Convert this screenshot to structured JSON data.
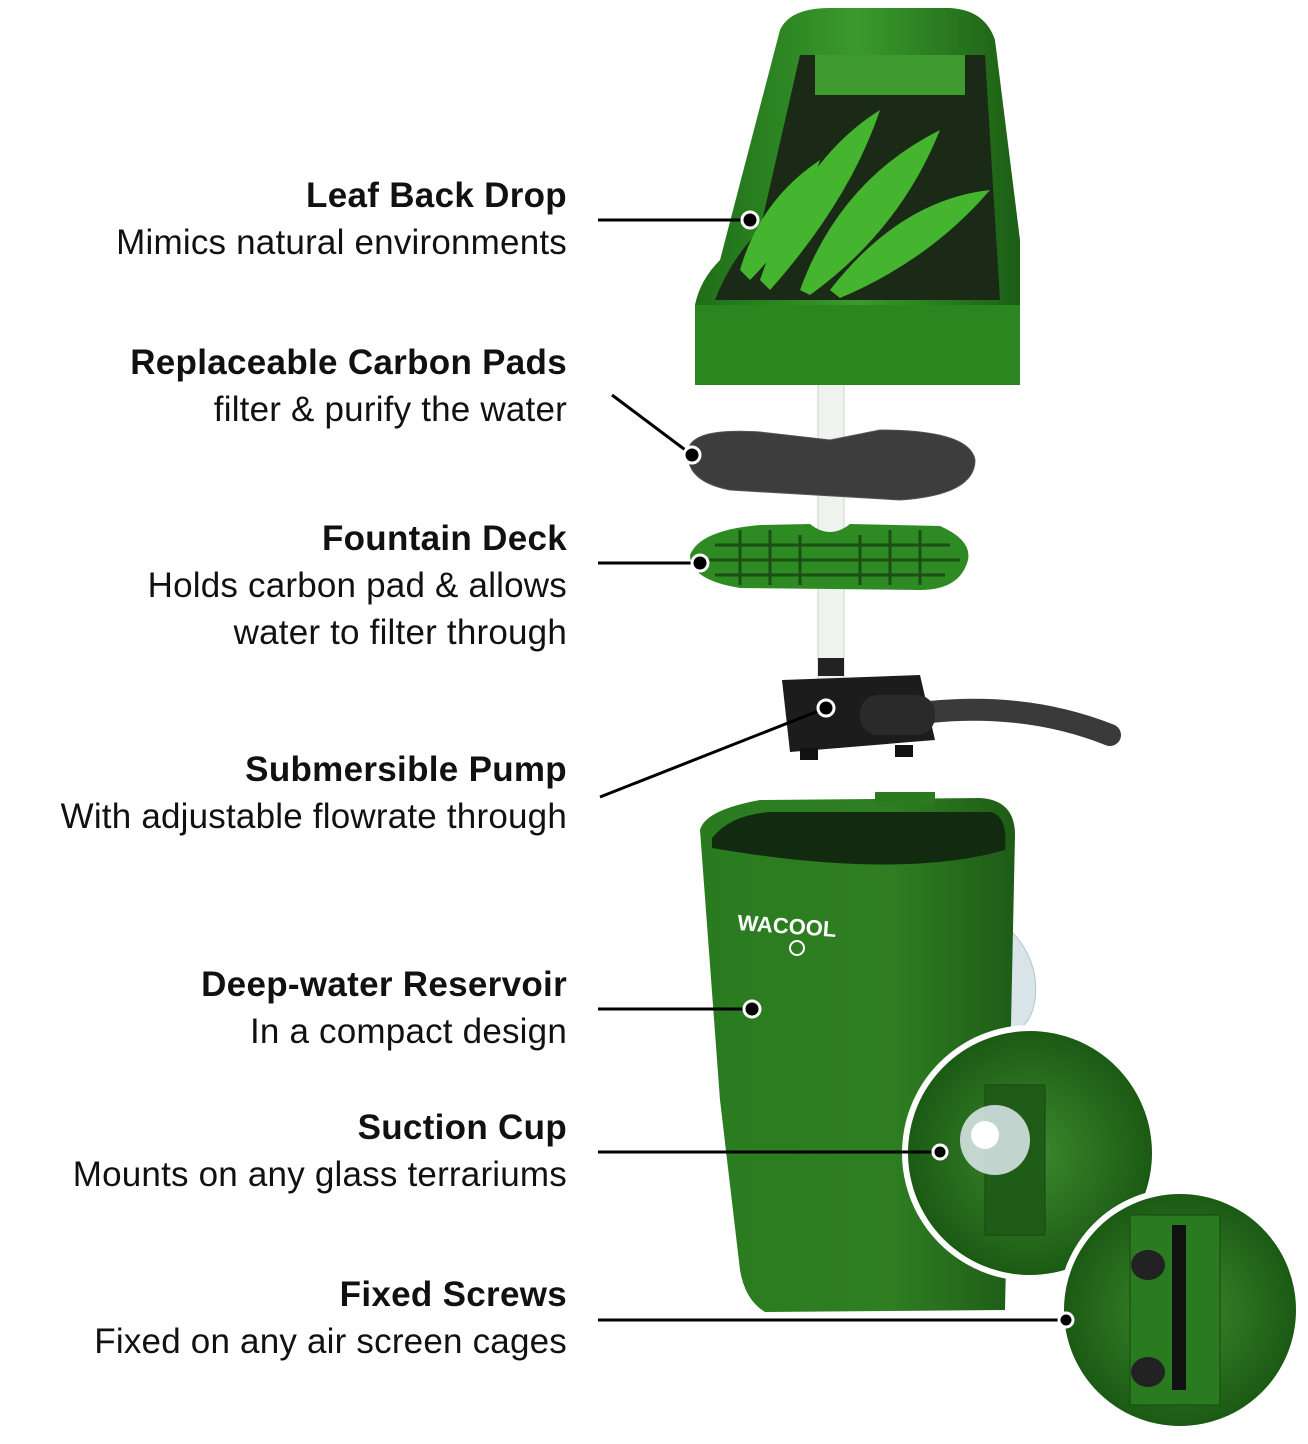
{
  "brand": {
    "logo_text": "WACOOL",
    "accent_color": "#2f8a22"
  },
  "callouts": [
    {
      "title": "Leaf Back Drop",
      "lines": [
        "Mimics natural environments"
      ]
    },
    {
      "title": "Replaceable Carbon Pads",
      "lines": [
        "filter & purify the water"
      ]
    },
    {
      "title": "Fountain Deck",
      "lines": [
        "Holds carbon pad & allows",
        "water to filter through"
      ]
    },
    {
      "title": "Submersible Pump",
      "lines": [
        "With adjustable flowrate through"
      ]
    },
    {
      "title": "Deep-water Reservoir",
      "lines": [
        "In a compact design"
      ]
    },
    {
      "title": "Suction Cup",
      "lines": [
        "Mounts on any glass terrariums"
      ]
    },
    {
      "title": "Fixed Screws",
      "lines": [
        "Fixed on any air screen cages"
      ]
    }
  ]
}
